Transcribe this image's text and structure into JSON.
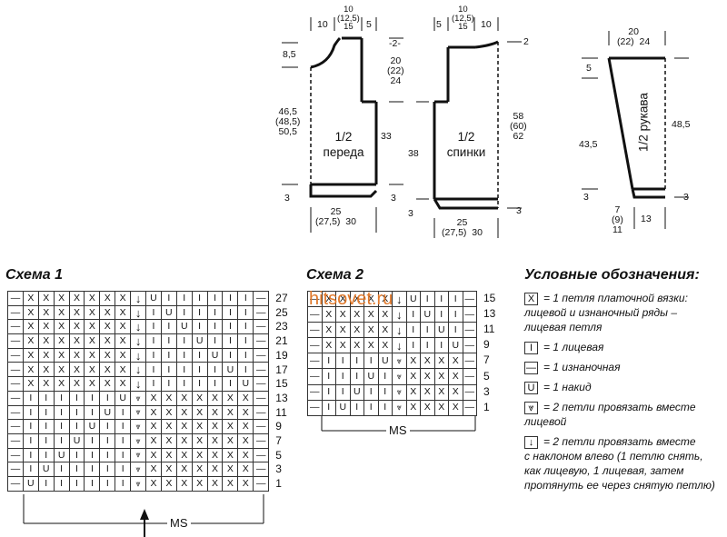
{
  "watermark": "hitsovet.ru",
  "front": {
    "label": "1/2\nпереда",
    "top_w_main": "10",
    "top_w_mid": "10\n(12,5)\n15",
    "top_w_right": "5",
    "shoulder": "8,5",
    "neck": "20\n(22)\n24",
    "neck_tick": "-2-",
    "side": "46,5\n(48,5)\n50,5",
    "center": "33",
    "rib_left": "3",
    "rib_right": "3",
    "bottom": "25\n(27,5)  30"
  },
  "back": {
    "label": "1/2\nспинки",
    "top_w_left": "5",
    "top_w_mid": "10\n(12,5)\n15",
    "top_w_right": "10",
    "shoulder_tick": "2",
    "height_left": "38",
    "height_right": "58\n(60)\n62",
    "rib_left": "3",
    "rib_right": "3",
    "bottom": "25\n(27,5)  30"
  },
  "sleeve": {
    "label": "1/2 рукава",
    "top": "20\n(22)  24",
    "left_top": "5",
    "left_height": "43,5",
    "right_height": "48,5",
    "rib_left": "3",
    "rib_right": "3",
    "bottom_left": "7\n(9)\n11",
    "bottom_right": "13"
  },
  "scheme1": {
    "title": "Схема 1",
    "ms": "MS",
    "rows": [
      [
        "—",
        "X",
        "X",
        "X",
        "X",
        "X",
        "X",
        "X",
        "↓",
        "U",
        "I",
        "I",
        "I",
        "I",
        "I",
        "I",
        "—"
      ],
      [
        "—",
        "X",
        "X",
        "X",
        "X",
        "X",
        "X",
        "X",
        "↓",
        "I",
        "U",
        "I",
        "I",
        "I",
        "I",
        "I",
        "—"
      ],
      [
        "—",
        "X",
        "X",
        "X",
        "X",
        "X",
        "X",
        "X",
        "↓",
        "I",
        "I",
        "U",
        "I",
        "I",
        "I",
        "I",
        "—"
      ],
      [
        "—",
        "X",
        "X",
        "X",
        "X",
        "X",
        "X",
        "X",
        "↓",
        "I",
        "I",
        "I",
        "U",
        "I",
        "I",
        "I",
        "—"
      ],
      [
        "—",
        "X",
        "X",
        "X",
        "X",
        "X",
        "X",
        "X",
        "↓",
        "I",
        "I",
        "I",
        "I",
        "U",
        "I",
        "I",
        "—"
      ],
      [
        "—",
        "X",
        "X",
        "X",
        "X",
        "X",
        "X",
        "X",
        "↓",
        "I",
        "I",
        "I",
        "I",
        "I",
        "U",
        "I",
        "—"
      ],
      [
        "—",
        "X",
        "X",
        "X",
        "X",
        "X",
        "X",
        "X",
        "↓",
        "I",
        "I",
        "I",
        "I",
        "I",
        "I",
        "U",
        "—"
      ],
      [
        "—",
        "I",
        "I",
        "I",
        "I",
        "I",
        "I",
        "U",
        "⩔",
        "X",
        "X",
        "X",
        "X",
        "X",
        "X",
        "X",
        "—"
      ],
      [
        "—",
        "I",
        "I",
        "I",
        "I",
        "I",
        "U",
        "I",
        "⩔",
        "X",
        "X",
        "X",
        "X",
        "X",
        "X",
        "X",
        "—"
      ],
      [
        "—",
        "I",
        "I",
        "I",
        "I",
        "U",
        "I",
        "I",
        "⩔",
        "X",
        "X",
        "X",
        "X",
        "X",
        "X",
        "X",
        "—"
      ],
      [
        "—",
        "I",
        "I",
        "I",
        "U",
        "I",
        "I",
        "I",
        "⩔",
        "X",
        "X",
        "X",
        "X",
        "X",
        "X",
        "X",
        "—"
      ],
      [
        "—",
        "I",
        "I",
        "U",
        "I",
        "I",
        "I",
        "I",
        "⩔",
        "X",
        "X",
        "X",
        "X",
        "X",
        "X",
        "X",
        "—"
      ],
      [
        "—",
        "I",
        "U",
        "I",
        "I",
        "I",
        "I",
        "I",
        "⩔",
        "X",
        "X",
        "X",
        "X",
        "X",
        "X",
        "X",
        "—"
      ],
      [
        "—",
        "U",
        "I",
        "I",
        "I",
        "I",
        "I",
        "I",
        "⩔",
        "X",
        "X",
        "X",
        "X",
        "X",
        "X",
        "X",
        "—"
      ]
    ],
    "row_numbers": [
      "27",
      "25",
      "23",
      "21",
      "19",
      "17",
      "15",
      "13",
      "11",
      "9",
      "7",
      "5",
      "3",
      "1"
    ]
  },
  "scheme2": {
    "title": "Схема 2",
    "ms": "MS",
    "rows": [
      [
        "—",
        "X",
        "X",
        "X",
        "X",
        "X",
        "↓",
        "U",
        "I",
        "I",
        "I",
        "—"
      ],
      [
        "—",
        "X",
        "X",
        "X",
        "X",
        "X",
        "↓",
        "I",
        "U",
        "I",
        "I",
        "—"
      ],
      [
        "—",
        "X",
        "X",
        "X",
        "X",
        "X",
        "↓",
        "I",
        "I",
        "U",
        "I",
        "—"
      ],
      [
        "—",
        "X",
        "X",
        "X",
        "X",
        "X",
        "↓",
        "I",
        "I",
        "I",
        "U",
        "—"
      ],
      [
        "—",
        "I",
        "I",
        "I",
        "I",
        "U",
        "⩔",
        "X",
        "X",
        "X",
        "X",
        "—"
      ],
      [
        "—",
        "I",
        "I",
        "I",
        "U",
        "I",
        "⩔",
        "X",
        "X",
        "X",
        "X",
        "—"
      ],
      [
        "—",
        "I",
        "I",
        "U",
        "I",
        "I",
        "⩔",
        "X",
        "X",
        "X",
        "X",
        "—"
      ],
      [
        "—",
        "I",
        "U",
        "I",
        "I",
        "I",
        "⩔",
        "X",
        "X",
        "X",
        "X",
        "—"
      ]
    ],
    "row_numbers": [
      "15",
      "13",
      "11",
      "9",
      "7",
      "5",
      "3",
      "1"
    ]
  },
  "legend": {
    "title": "Условные обозначения:",
    "items": [
      {
        "symbol": "X",
        "lines": [
          "= 1 петля платочной вязки:",
          "лицевой и изнаночный ряды –",
          "лицевая петля"
        ]
      },
      {
        "symbol": "I",
        "lines": [
          "= 1 лицевая"
        ]
      },
      {
        "symbol": "—",
        "lines": [
          "= 1 изнаночная"
        ]
      },
      {
        "symbol": "U",
        "lines": [
          "= 1 накид"
        ]
      },
      {
        "symbol": "⩔",
        "lines": [
          "= 2 петли провязать вместе",
          "лицевой"
        ]
      },
      {
        "symbol": "↓",
        "lines": [
          "= 2 петли провязать вместе",
          "с наклоном влево (1 петлю снять,",
          "как лицевую, 1 лицевая, затем",
          "протянуть ее через снятую петлю)"
        ]
      }
    ]
  }
}
